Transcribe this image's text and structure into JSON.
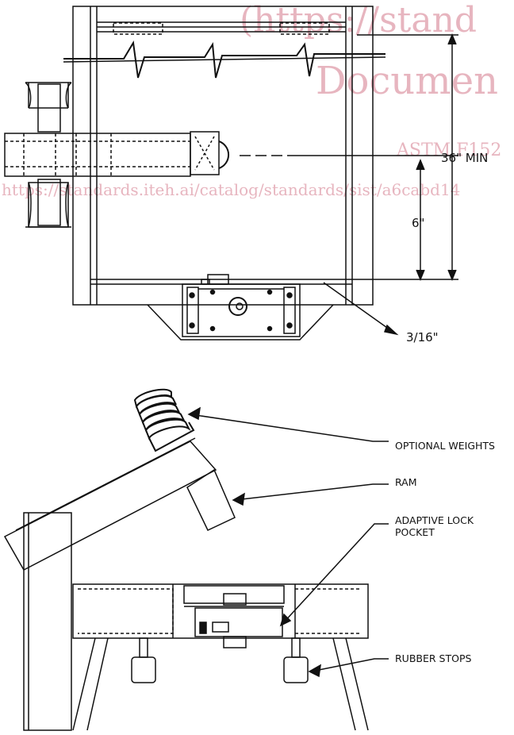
{
  "watermark": {
    "line1": "(https://stand",
    "line2": "Documen",
    "line3": "ASTM F152",
    "line4": "https://standards.iteh.ai/catalog/standards/sist/a6cabd14",
    "color": "#e7b5bf"
  },
  "top_view": {
    "dim_overall": "36\" MIN",
    "dim_offset": "6\"",
    "dim_gap": "3/16\""
  },
  "side_view": {
    "callouts": [
      "OPTIONAL WEIGHTS",
      "RAM",
      "ADAPTIVE LOCK",
      "POCKET",
      "RUBBER STOPS"
    ]
  },
  "colors": {
    "line": "#111111",
    "background": "#ffffff"
  }
}
